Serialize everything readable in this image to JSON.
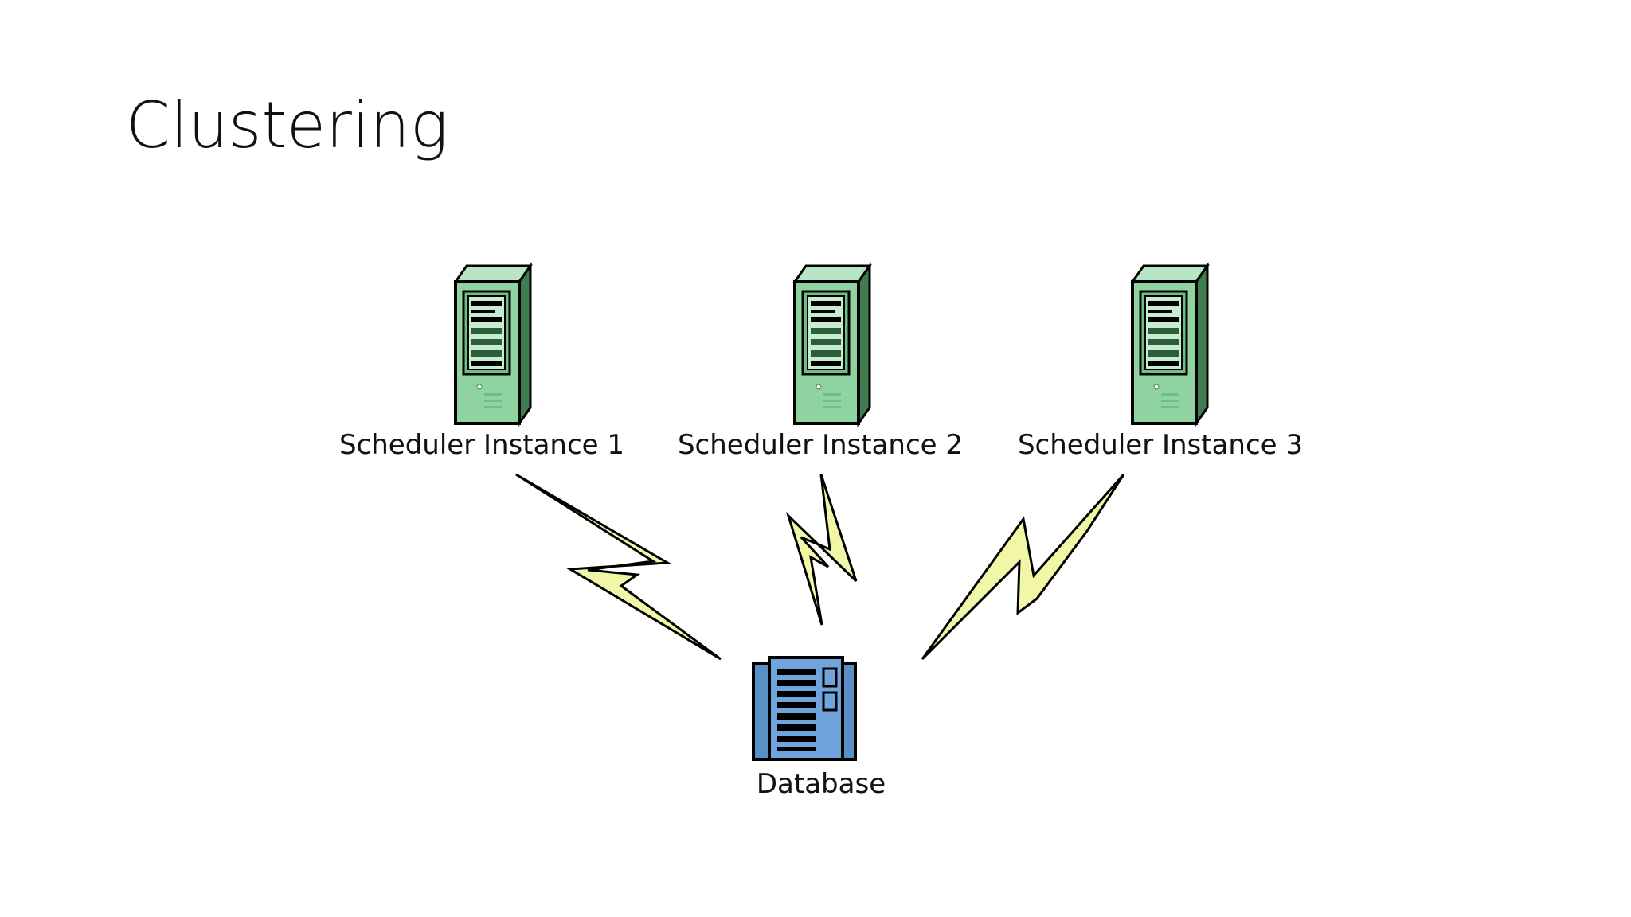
{
  "slide": {
    "title": "Clustering"
  },
  "diagram": {
    "nodes": [
      {
        "id": "server1",
        "label": "Scheduler Instance 1",
        "icon": "server-tower-icon"
      },
      {
        "id": "server2",
        "label": "Scheduler Instance 2",
        "icon": "server-tower-icon"
      },
      {
        "id": "server3",
        "label": "Scheduler Instance 3",
        "icon": "server-tower-icon"
      },
      {
        "id": "database",
        "label": "Database",
        "icon": "database-icon"
      }
    ],
    "edges": [
      {
        "from": "server1",
        "to": "database",
        "style": "lightning"
      },
      {
        "from": "server2",
        "to": "database",
        "style": "lightning"
      },
      {
        "from": "server3",
        "to": "database",
        "style": "lightning"
      }
    ],
    "colors": {
      "server_fill": "#8fd4a0",
      "server_dark": "#5aa66e",
      "database_fill": "#6fa5dc",
      "lightning_fill": "#f2f7a8",
      "outline": "#000000"
    }
  }
}
